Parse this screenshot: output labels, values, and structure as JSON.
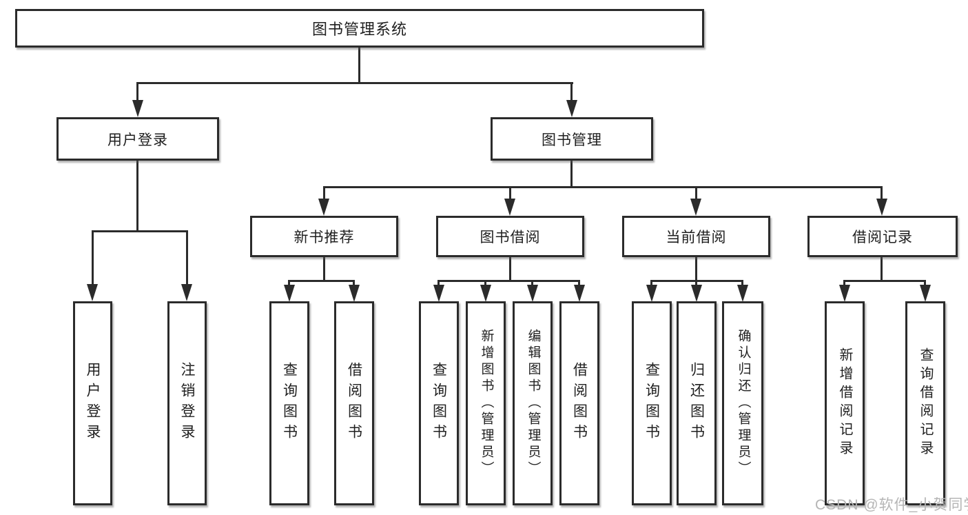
{
  "colors": {
    "line": "#2b2b2b",
    "box_border": "#2b2b2b",
    "box_background": "#ffffff",
    "text": "#1f1f1f",
    "watermark": "#b5b5b5",
    "page_background": "#ffffff"
  },
  "watermark": {
    "text": "CSDN @软件_小贺同学"
  },
  "tree": {
    "root": {
      "label": "图书管理系统"
    },
    "children": [
      {
        "label": "用户登录",
        "children": [
          {
            "label": "用户登录"
          },
          {
            "label": "注销登录"
          }
        ]
      },
      {
        "label": "图书管理",
        "children": [
          {
            "label": "新书推荐",
            "children": [
              {
                "label": "查询图书"
              },
              {
                "label": "借阅图书"
              }
            ]
          },
          {
            "label": "图书借阅",
            "children": [
              {
                "label": "查询图书"
              },
              {
                "label": "新增图书（管理员）"
              },
              {
                "label": "编辑图书（管理员）"
              },
              {
                "label": "借阅图书"
              }
            ]
          },
          {
            "label": "当前借阅",
            "children": [
              {
                "label": "查询图书"
              },
              {
                "label": "归还图书"
              },
              {
                "label": "确认归还（管理员）"
              }
            ]
          },
          {
            "label": "借阅记录",
            "children": [
              {
                "label": "新增借阅记录"
              },
              {
                "label": "查询借阅记录"
              }
            ]
          }
        ]
      }
    ]
  }
}
